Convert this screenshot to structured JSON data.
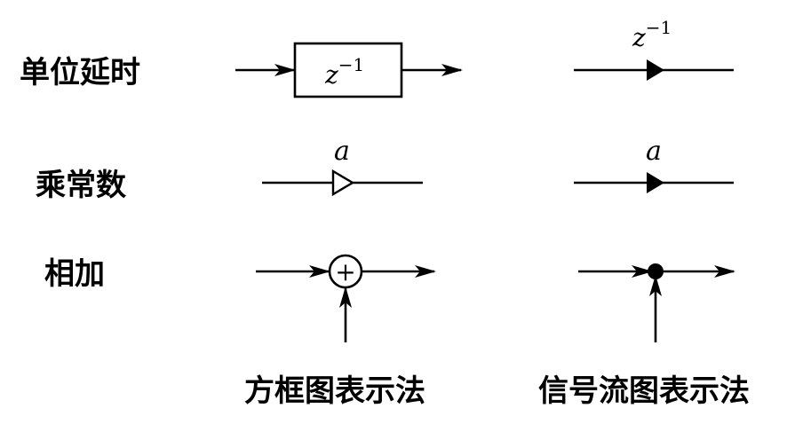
{
  "rows": {
    "delay": {
      "label": "单位延时",
      "block_var": "z",
      "block_exp": "−1",
      "sfg_var": "z",
      "sfg_exp": "−1"
    },
    "gain": {
      "label": "乘常数",
      "block_gain": "a",
      "sfg_gain": "a"
    },
    "add": {
      "label": "相加",
      "adder_symbol": "+"
    }
  },
  "captions": {
    "block": "方框图表示法",
    "sfg": "信号流图表示法"
  }
}
